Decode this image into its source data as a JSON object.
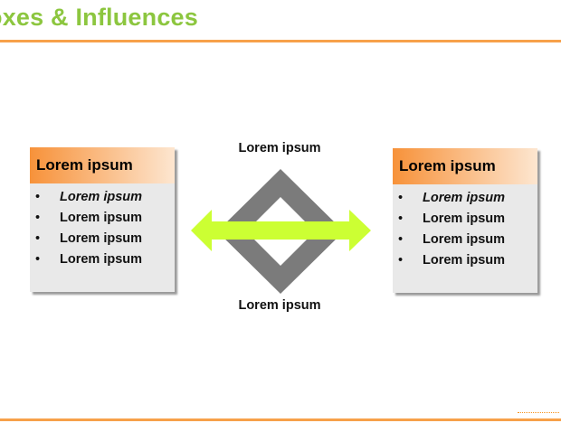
{
  "slide": {
    "title": "oxes & Influences",
    "title_color": "#8cc63f",
    "rule_color": "#f7a14a"
  },
  "left_box": {
    "header": "Lorem ipsum",
    "items": [
      {
        "bullet": "•",
        "text": "Lorem ipsum",
        "italic": true
      },
      {
        "bullet": "•",
        "text": "Lorem ipsum",
        "italic": false
      },
      {
        "bullet": "•",
        "text": "Lorem ipsum",
        "italic": false
      },
      {
        "bullet": "•",
        "text": "Lorem ipsum",
        "italic": false
      }
    ]
  },
  "right_box": {
    "header": "Lorem ipsum",
    "items": [
      {
        "bullet": "•",
        "text": "Lorem ipsum",
        "italic": true
      },
      {
        "bullet": "•",
        "text": "Lorem ipsum",
        "italic": false
      },
      {
        "bullet": "•",
        "text": "Lorem ipsum",
        "italic": false
      },
      {
        "bullet": "•",
        "text": "Lorem ipsum",
        "italic": false
      }
    ]
  },
  "center": {
    "top_label": "Lorem ipsum",
    "bottom_label": "Lorem ipsum"
  },
  "colors": {
    "header_gradient_start": "#f7923a",
    "header_gradient_end": "#fde6d0",
    "box_fill": "#e9e9e9",
    "diamond": "#7b7b7b",
    "arrow": "#ccff33"
  },
  "icons": {
    "arrow": "double-headed-arrow",
    "diamond": "hollow-diamond"
  }
}
